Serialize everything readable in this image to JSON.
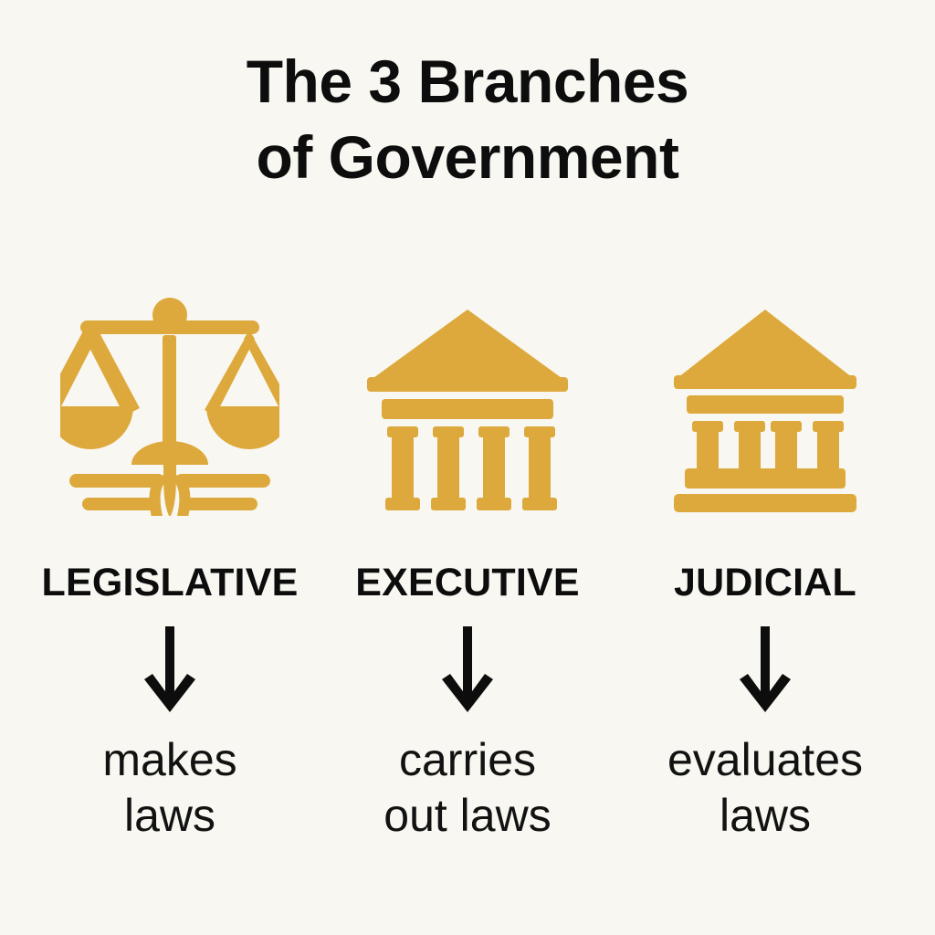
{
  "theme": {
    "background_color": "#f8f7f1",
    "accent_gold": "#dda93c",
    "text_color": "#0d0d0d"
  },
  "header": {
    "title_line_1": "The 3 Branches",
    "title_line_2": "of Government"
  },
  "branches": [
    {
      "label": "LEGISLATIVE",
      "caption": "makes\nlaws",
      "icon": "scales-of-justice-book-icon",
      "arrow": "down-arrow-icon"
    },
    {
      "label": "EXECUTIVE",
      "caption": "carries\nout laws",
      "icon": "classical-building-icon",
      "arrow": "down-arrow-icon"
    },
    {
      "label": "JUDICIAL",
      "caption": "evaluates\nlaws",
      "icon": "courthouse-building-icon",
      "arrow": "down-arrow-icon"
    }
  ]
}
